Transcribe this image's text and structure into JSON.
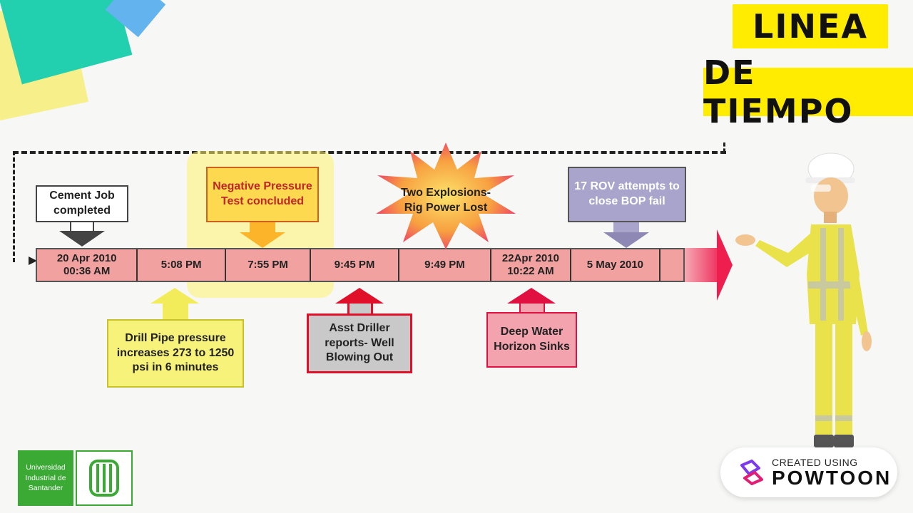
{
  "title": {
    "line1": "LINEA",
    "line2": "DE TIEMPO"
  },
  "timeline": {
    "segments": [
      {
        "label": "20 Apr 2010\n00:36 AM"
      },
      {
        "label": "5:08 PM"
      },
      {
        "label": "7:55 PM"
      },
      {
        "label": "9:45 PM"
      },
      {
        "label": "9:49 PM"
      },
      {
        "label": "22Apr 2010\n10:22 AM"
      },
      {
        "label": "5 May 2010"
      }
    ]
  },
  "events_above": {
    "cement": "Cement Job completed",
    "negative": "Negative Pressure Test concluded",
    "explosions": "Two Explosions- Rig Power Lost",
    "rov": "17 ROV attempts to close BOP fail"
  },
  "events_below": {
    "drill": "Drill Pipe pressure increases 273 to 1250 psi in 6 minutes",
    "asst": "Asst Driller reports- Well Blowing Out",
    "deep": "Deep Water Horizon Sinks"
  },
  "logos": {
    "uis_text": "Universidad Industrial de Santander",
    "powtoon_small": "CREATED USING",
    "powtoon_big": "POWTOON"
  },
  "colors": {
    "title_bg": "#ffec00",
    "bar": "#f1a2a0",
    "uis_green": "#3aaa35"
  }
}
